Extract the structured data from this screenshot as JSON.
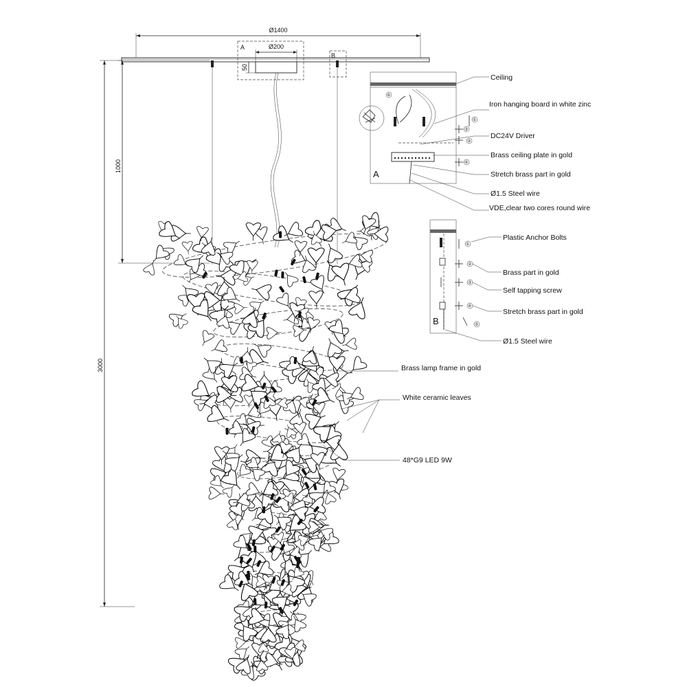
{
  "dimensions": {
    "width_1400": "Ø1400",
    "width_200": "Ø200",
    "plate_height": "50",
    "drop_1000": "1000",
    "total_3000": "3000"
  },
  "detail_markers": {
    "a": "A",
    "b": "B"
  },
  "callouts": {
    "frame": "Brass lamp frame in gold",
    "leaves": "White ceramic leaves",
    "led": "48*G9 LED 9W"
  },
  "detail_a": {
    "letter": "A",
    "labels": [
      "Ceiling",
      "Iron hanging board in white zinc",
      "DC24V Driver",
      "Brass ceiling plate in gold",
      "Stretch brass part in gold",
      "Ø1.5 Steel wire",
      "VDE,clear two cores round wire"
    ],
    "part_numbers": [
      "①",
      "②",
      "③",
      "④",
      "⑥"
    ]
  },
  "detail_b": {
    "letter": "B",
    "labels": [
      "Plastic Anchor Bolts",
      "Brass part in gold",
      "Self tapping screw",
      "Stretch brass part in gold",
      "Ø1.5 Steel wire"
    ],
    "part_numbers": [
      "①",
      "②",
      "③",
      "④",
      "⑤"
    ]
  },
  "colors": {
    "line": "#222222",
    "background": "#ffffff"
  }
}
